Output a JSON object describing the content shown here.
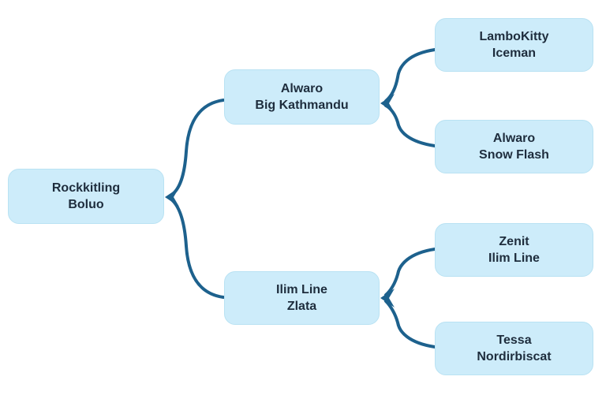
{
  "diagram": {
    "type": "pedigree-tree",
    "nodes": {
      "root": {
        "line1": "Rockkitling",
        "line2": "Boluo"
      },
      "parent_top": {
        "line1": "Alwaro",
        "line2": "Big Kathmandu"
      },
      "parent_bottom": {
        "line1": "Ilim Line",
        "line2": "Zlata"
      },
      "gp1": {
        "line1": "LamboKitty",
        "line2": "Iceman"
      },
      "gp2": {
        "line1": "Alwaro",
        "line2": "Snow Flash"
      },
      "gp3": {
        "line1": "Zenit",
        "line2": "Ilim Line"
      },
      "gp4": {
        "line1": "Tessa",
        "line2": "Nordirbiscat"
      }
    },
    "edges": [
      {
        "from": "parent_top",
        "to": "root"
      },
      {
        "from": "parent_bottom",
        "to": "root"
      },
      {
        "from": "gp1",
        "to": "parent_top"
      },
      {
        "from": "gp2",
        "to": "parent_top"
      },
      {
        "from": "gp3",
        "to": "parent_bottom"
      },
      {
        "from": "gp4",
        "to": "parent_bottom"
      }
    ],
    "colors": {
      "node_fill": "#cdecfa",
      "node_border": "#b9e2f3",
      "edge": "#1d618d",
      "text": "#1e2d3d",
      "background": "#ffffff"
    }
  }
}
